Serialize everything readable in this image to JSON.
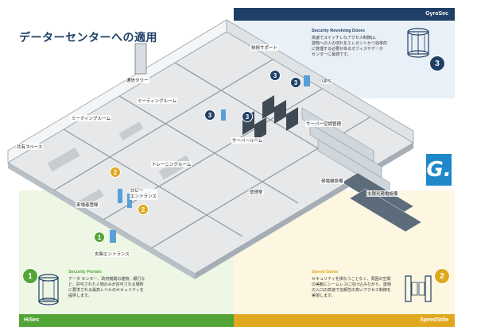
{
  "title": "データーセンターへの適用",
  "brand_top": "GyroSec",
  "brand_bottom_left": "HiSec",
  "brand_bottom_right": "SpeedStile",
  "colors": {
    "navy": "#1f3f66",
    "green": "#52a437",
    "yellow": "#e0a81e",
    "blue_logo": "#1e88c9"
  },
  "logo_letter": "G.",
  "rooms": {
    "tech_support": "技術サポート",
    "comm_tower": "通信タワー",
    "ups": "UPS",
    "meeting_room_a": "ミーティングルーム",
    "meeting_room_b": "ミーティングルーム",
    "server_hvac": "サーバー空調管理",
    "shared_space": "共有スペース",
    "server_room": "サーバールーム",
    "training_room": "トレーニングルーム",
    "power_facility": "発電機設備",
    "lobby_entrance": "ロビー\nエントランス",
    "control_room": "管理室",
    "solar_facility": "太陽光発電設備",
    "visitor_registration": "来場者登録",
    "main_entrance": "玄関エントランス"
  },
  "badges": {
    "green": "1",
    "yellow": "2",
    "navy": "3"
  },
  "cards": {
    "revolving": {
      "title": "Security Revolving Doors",
      "text": "高速でスイッチレなアクセス制御は、\n建物への人の流れをエレガントかつ効率的\nに管理する必要があるオフィスやデータ\nセンターに最適です。"
    },
    "portals": {
      "title": "Security Portals",
      "text": "データ センター、政府機関の建物、銀行な\nど、許可された人物のみが許可される場所\nに要求される最高レベルのセキュリティを\n提供します。"
    },
    "gates": {
      "title": "Speed Gates",
      "text": "セキュリティを損なうことなく、周囲の空間\nの美観にシームレスに溶け込みながら、建物\nの入口の高速で信頼性の高いアクセス制御を\n実現します。"
    }
  }
}
